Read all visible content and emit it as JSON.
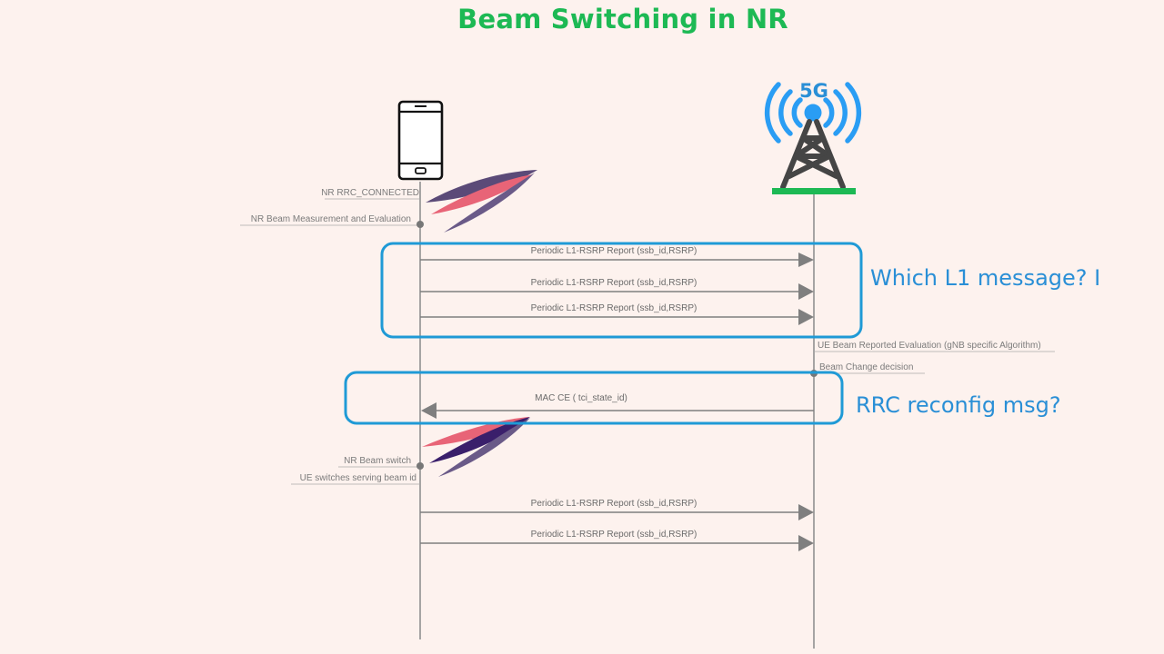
{
  "title": "Beam Switching in NR",
  "ue": {
    "icon": "smartphone-icon",
    "states": [
      "NR RRC_CONNECTED",
      "NR Beam Measurement and Evaluation"
    ],
    "switch_labels": [
      "NR Beam switch",
      "UE switches serving beam id"
    ]
  },
  "gnb": {
    "icon": "5g-tower-icon",
    "badge": "5G",
    "notes": [
      "UE Beam Reported Evaluation (gNB specific Algorithm)",
      "Beam Change decision"
    ]
  },
  "messages": [
    {
      "label": "Periodic L1-RSRP Report (ssb_id,RSRP)",
      "direction": "ue-to-gnb"
    },
    {
      "label": "Periodic L1-RSRP Report (ssb_id,RSRP)",
      "direction": "ue-to-gnb"
    },
    {
      "label": "Periodic L1-RSRP Report (ssb_id,RSRP)",
      "direction": "ue-to-gnb"
    },
    {
      "label": "MAC CE ( tci_state_id)",
      "direction": "gnb-to-ue"
    },
    {
      "label": "Periodic L1-RSRP Report (ssb_id,RSRP)",
      "direction": "ue-to-gnb"
    },
    {
      "label": "Periodic L1-RSRP Report (ssb_id,RSRP)",
      "direction": "ue-to-gnb"
    }
  ],
  "annotations": [
    "Which L1 message? I",
    "RRC reconfig msg?"
  ],
  "colors": {
    "title": "#1db954",
    "annotation": "#2a8fd6",
    "highlight_box": "#1f9ad6",
    "tower": "#454545",
    "tower_base": "#1db954",
    "signal": "#2a9df4",
    "lifeline": "#7f7f7f",
    "beam_red": "#e86477",
    "beam_purple": "#5b4a78",
    "beam_dark": "#3a1f6b"
  }
}
